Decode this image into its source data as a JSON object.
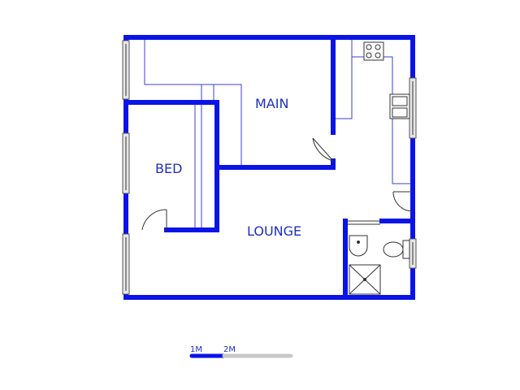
{
  "rooms": {
    "main": "MAIN",
    "bed": "BED",
    "lounge": "LOUNGE"
  },
  "scale": {
    "label_1": "1M",
    "label_2": "2M"
  },
  "colors": {
    "wall": "#0a14e6",
    "room_label": "#1e2fbf",
    "scale_filled": "#0a14e6",
    "scale_empty": "#c8c8c8"
  }
}
